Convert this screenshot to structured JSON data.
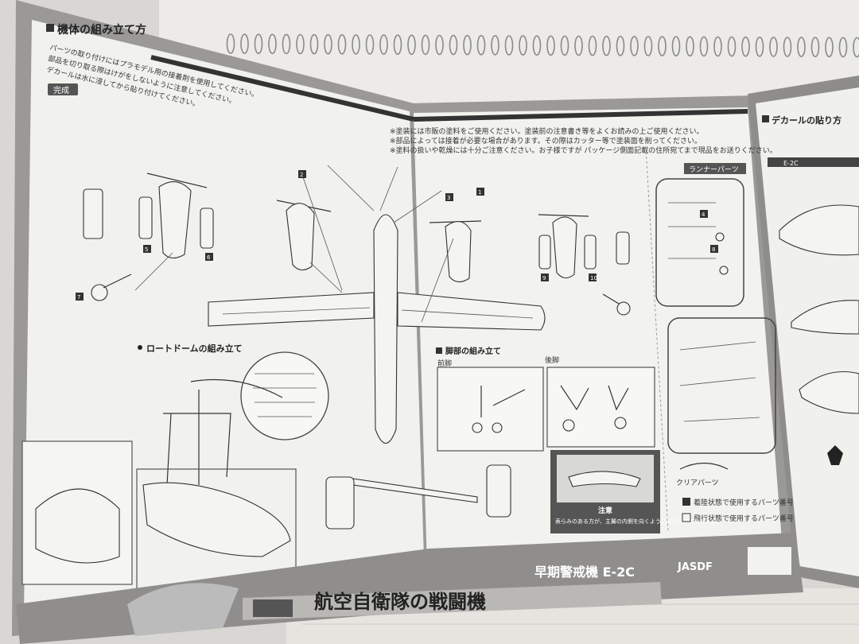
{
  "header": {
    "assembly_title": "機体の組み立て方",
    "note_lines": [
      "パーツの取り付けにはプラモデル用の接着剤を使用してください。",
      "部品を切り取る際はけがをしないように注意してください。",
      "デカールは水に浸してから貼り付けてください。"
    ],
    "tag_label": "完成",
    "sub_note_lines": [
      "※塗装には市販の塗料をご使用ください。塗装前の注意書き等をよくお読みの上ご使用ください。",
      "※部品によっては接着が必要な場合があります。その際はカッター等で塗装面を削ってください。",
      "※塗料の扱いや乾燥には十分ご注意ください。お子様ですが パッケージ側面記載の住所宛てまで現品をお送りください。"
    ]
  },
  "sections": {
    "rotodome": "ロートドームの組み立て",
    "landing_gear": "脚部の組み立て",
    "front_gear": "前脚",
    "rear_gear": "後脚",
    "caution_title": "注意",
    "caution_text": "表らみのある方が、主翼の内側を向くように取り付けてください。",
    "runner_title": "ランナーパーツ",
    "clear_parts": "クリアパーツ",
    "legend_1": "着陸状態で使用するパーツ番号",
    "legend_2": "飛行状態で使用するパーツ番号",
    "decal_title": "デカールの貼り方"
  },
  "footer": {
    "magazine_title": "航空自衛隊の戦闘機",
    "aircraft_label": "早期警戒機 E-2C",
    "brand": "JASDF",
    "issue_tag": "E-2C"
  },
  "part_numbers": [
    "1",
    "2",
    "3",
    "4",
    "5",
    "6",
    "7",
    "8",
    "9",
    "10"
  ],
  "colors": {
    "paper": "#f2f2ef",
    "ink": "#222222",
    "banner": "#8a8a88",
    "border": "#6f6f6d"
  }
}
